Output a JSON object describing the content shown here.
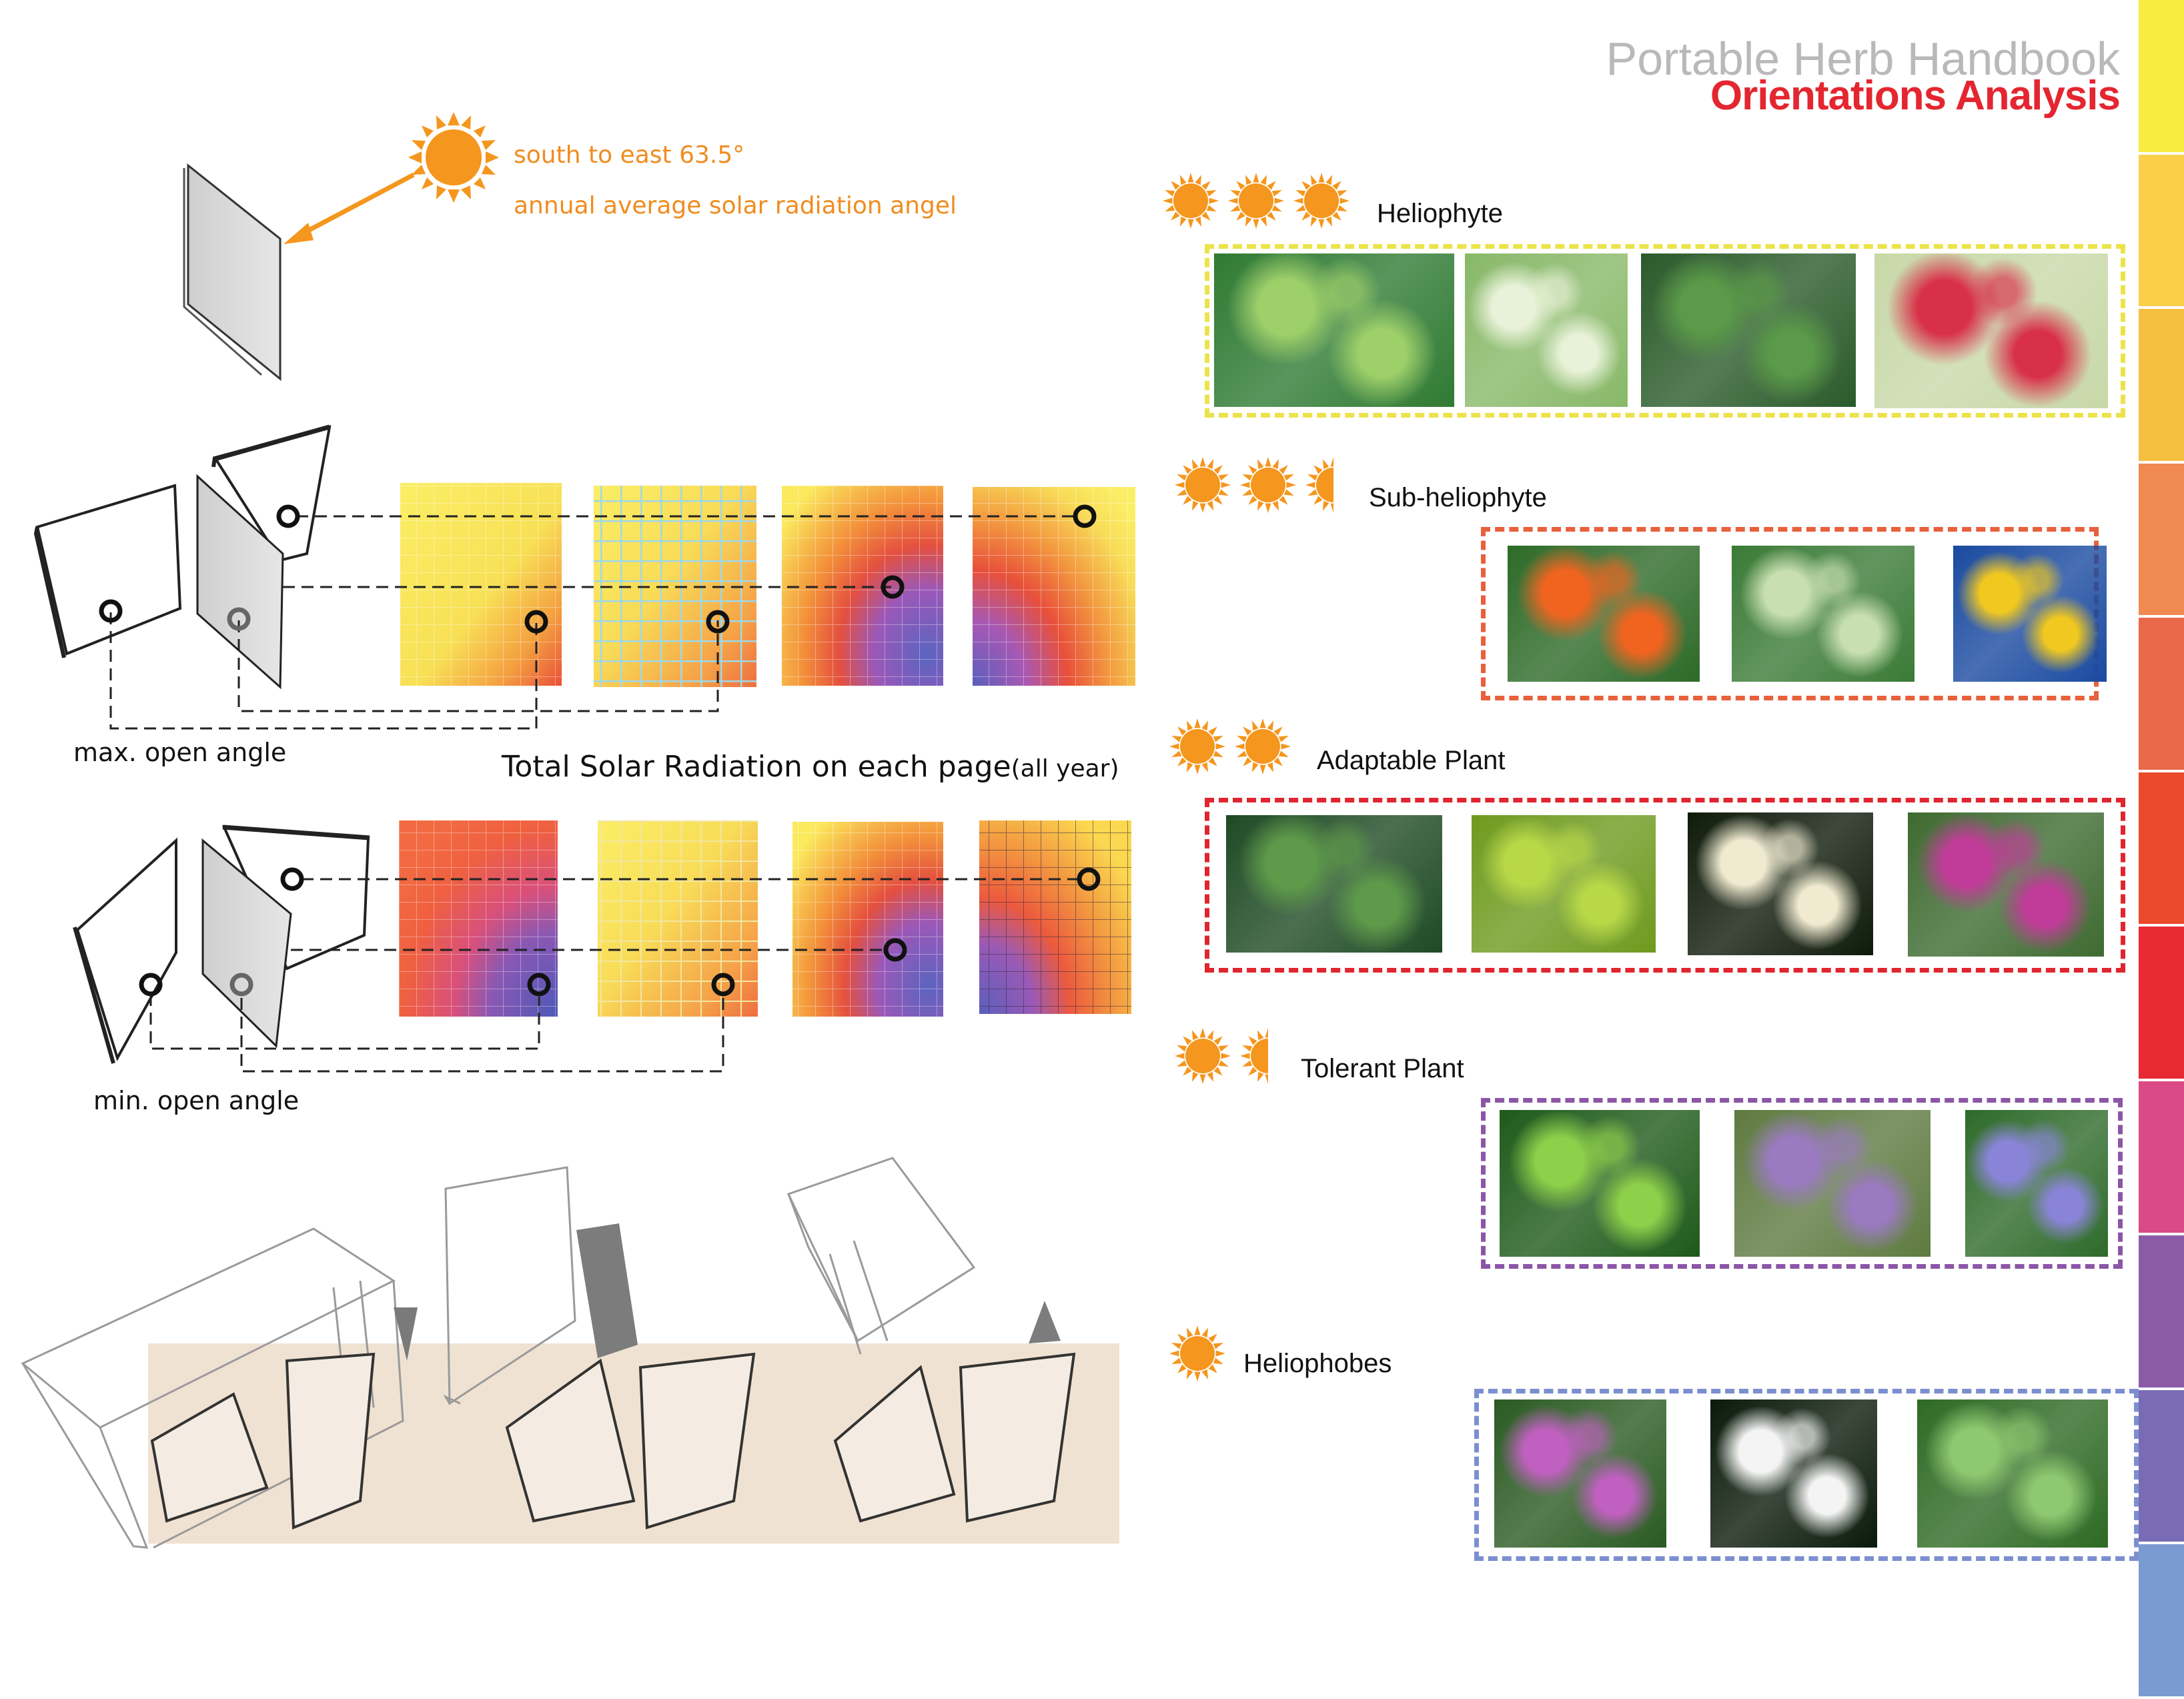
{
  "header": {
    "title": "Portable Herb Handbook",
    "subtitle": "Orientations Analysis"
  },
  "colors": {
    "sun": "#f5961e",
    "heliophyte": "#ece34a",
    "sub_heliophyte": "#e8603c",
    "adaptable": "#e0252f",
    "tolerant": "#8c56a6",
    "heliophobes": "#7b8fd0",
    "stripe": [
      "#f7ec3f",
      "#fad04a",
      "#f6bf3f",
      "#f08a50",
      "#e9694a",
      "#ec4a2c",
      "#e72a34",
      "#d94a86",
      "#8c5ba8",
      "#7a6cb4",
      "#7a9ad2"
    ]
  },
  "sun_note": {
    "line1": "south to east 63.5°",
    "line2": "annual average solar radiation angel",
    "icon": "sun-icon"
  },
  "labels": {
    "max_angle": "max. open angle",
    "min_angle": "min. open angle",
    "radiation_title": "Total Solar Radiation on each page",
    "radiation_suffix": "(all year)"
  },
  "categories": [
    {
      "name": "Heliophyte",
      "suns": 3,
      "photos": [
        "pennywort-leaves-photo",
        "dandelion-field-photo",
        "wormwood-leaves-photo",
        "red-berries-photo"
      ]
    },
    {
      "name": "Sub-heliophyte",
      "suns": 2.5,
      "photos": [
        "orange-lily-photo",
        "white-flower-herb-photo",
        "yellow-forsythia-photo"
      ]
    },
    {
      "name": "Adaptable Plant",
      "suns": 2,
      "photos": [
        "ground-cover-photo",
        "light-green-herb-photo",
        "honeysuckle-photo",
        "purple-spike-flower-photo"
      ]
    },
    {
      "name": "Tolerant Plant",
      "suns": 1.5,
      "photos": [
        "wet-leaf-photo",
        "purple-perilla-photo",
        "balloon-flower-photo"
      ]
    },
    {
      "name": "Heliophobes",
      "suns": 1,
      "photos": [
        "pink-orchid-photo",
        "white-flowers-photo",
        "grass-leaves-photo"
      ]
    }
  ]
}
